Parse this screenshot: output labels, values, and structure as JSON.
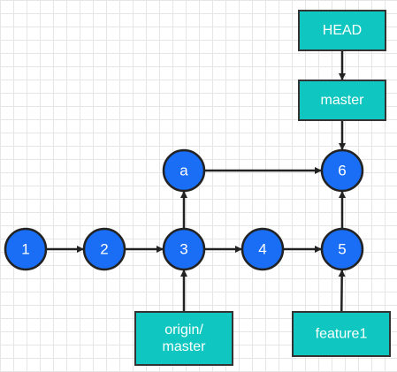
{
  "colors": {
    "commit_fill": "#1a6ef5",
    "commit_stroke": "#222222",
    "ref_fill": "#0fc7c0",
    "ref_stroke": "#333333",
    "edge": "#222222",
    "label_text": "#ffffff"
  },
  "commits": [
    {
      "id": "c1",
      "label": "1"
    },
    {
      "id": "c2",
      "label": "2"
    },
    {
      "id": "c3",
      "label": "3"
    },
    {
      "id": "c4",
      "label": "4"
    },
    {
      "id": "c5",
      "label": "5"
    },
    {
      "id": "ca",
      "label": "a"
    },
    {
      "id": "c6",
      "label": "6"
    }
  ],
  "refs": [
    {
      "id": "head",
      "lines": [
        "HEAD"
      ]
    },
    {
      "id": "master",
      "lines": [
        "master"
      ]
    },
    {
      "id": "origin_master",
      "lines": [
        "origin/",
        "master"
      ]
    },
    {
      "id": "feature1",
      "lines": [
        "feature1"
      ]
    }
  ],
  "edges": [
    {
      "from": "c1",
      "to": "c2"
    },
    {
      "from": "c2",
      "to": "c3"
    },
    {
      "from": "c3",
      "to": "c4"
    },
    {
      "from": "c4",
      "to": "c5"
    },
    {
      "from": "c3",
      "to": "ca"
    },
    {
      "from": "ca",
      "to": "c6"
    },
    {
      "from": "c5",
      "to": "c6"
    },
    {
      "from": "head",
      "to": "master"
    },
    {
      "from": "master",
      "to": "c6"
    },
    {
      "from": "origin_master",
      "to": "c3"
    },
    {
      "from": "feature1",
      "to": "c5"
    }
  ]
}
